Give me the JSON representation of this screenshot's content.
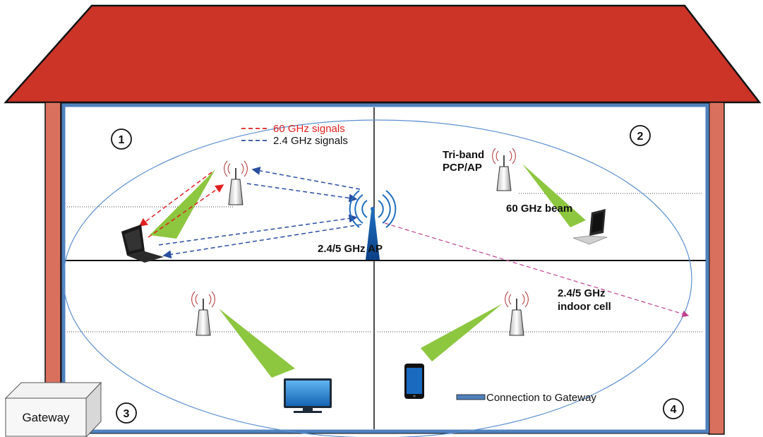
{
  "colors": {
    "roof": "#cc3428",
    "pillar": "#d9705e",
    "frame": "#4f81bd",
    "beam": "#8dc63f",
    "sig60": "#e02020",
    "sig24": "#2a4ea0",
    "cell": "#c04090",
    "ellipse": "#5b8fd0"
  },
  "legend": {
    "sig60": "60 GHz signals",
    "sig24": "2.4 GHz signals",
    "gateway_conn": "Connection to Gateway"
  },
  "labels": {
    "tri_band_line1": "Tri-band",
    "tri_band_line2": "PCP/AP",
    "beam_60": "60 GHz beam",
    "ap_24": "2.4/5 GHz AP",
    "cell_line1": "2.4/5 GHz",
    "cell_line2": "indoor cell",
    "gateway": "Gateway"
  },
  "rooms": [
    "1",
    "2",
    "3",
    "4"
  ],
  "icons": [
    "router-icon",
    "laptop-icon",
    "ap-tower-icon",
    "tv-icon",
    "phone-icon",
    "gateway-box-icon"
  ]
}
